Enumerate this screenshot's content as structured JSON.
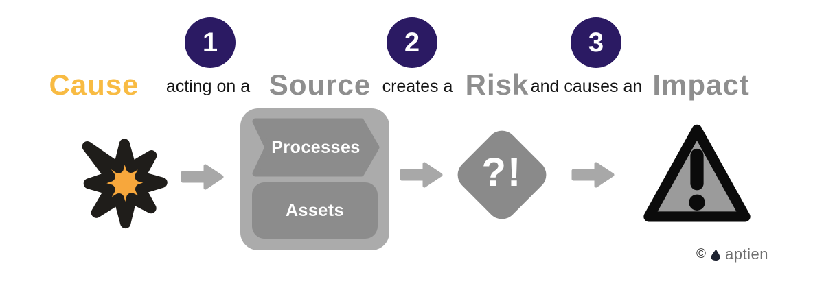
{
  "palette": {
    "step_circle": "#2B1A63",
    "cause_heading": "#F8BB43",
    "gray_heading": "#8E8E8E",
    "connector_text": "#151515",
    "source_container": "#ABABAB",
    "inner_box": "#8C8C8C",
    "arrow": "#A8A8A8",
    "risk_diamond": "#8A8A8A",
    "triangle_fill": "#9B9B9B",
    "icon_outline": "#1C1C1C",
    "star_fill": "#F7A73C"
  },
  "steps": [
    {
      "number": "1",
      "connector": "acting on a"
    },
    {
      "number": "2",
      "connector": "creates a"
    },
    {
      "number": "3",
      "connector": "and causes an"
    }
  ],
  "headings": {
    "cause": "Cause",
    "source": "Source",
    "risk": "Risk",
    "impact": "Impact"
  },
  "source_box": {
    "processes_label": "Processes",
    "assets_label": "Assets"
  },
  "risk_symbol": "?!",
  "footer": {
    "copyright_symbol": "©",
    "brand": "aptien"
  }
}
